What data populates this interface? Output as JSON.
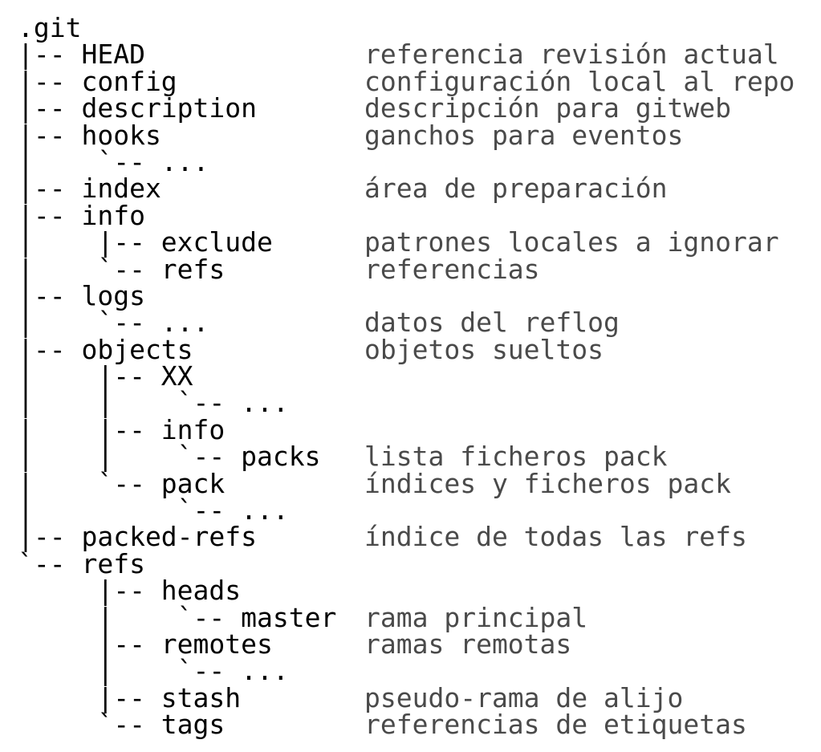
{
  "tree": {
    "lines": [
      {
        "tree": ".git",
        "desc": ""
      },
      {
        "tree": "|-- HEAD",
        "desc": "referencia revisión actual"
      },
      {
        "tree": "|-- config",
        "desc": "configuración local al repo"
      },
      {
        "tree": "|-- description",
        "desc": "descripción para gitweb"
      },
      {
        "tree": "|-- hooks",
        "desc": "ganchos para eventos"
      },
      {
        "tree": "|    `-- ...",
        "desc": ""
      },
      {
        "tree": "|-- index",
        "desc": "área de preparación"
      },
      {
        "tree": "|-- info",
        "desc": ""
      },
      {
        "tree": "|    |-- exclude",
        "desc": "patrones locales a ignorar"
      },
      {
        "tree": "|    `-- refs",
        "desc": "referencias"
      },
      {
        "tree": "|-- logs",
        "desc": ""
      },
      {
        "tree": "|    `-- ...",
        "desc": "datos del reflog"
      },
      {
        "tree": "|-- objects",
        "desc": "objetos sueltos"
      },
      {
        "tree": "|    |-- XX",
        "desc": ""
      },
      {
        "tree": "|    |    `-- ...",
        "desc": ""
      },
      {
        "tree": "|    |-- info",
        "desc": ""
      },
      {
        "tree": "|    |    `-- packs",
        "desc": "lista ficheros pack"
      },
      {
        "tree": "|    `-- pack",
        "desc": "índices y ficheros pack"
      },
      {
        "tree": "|         `-- ...",
        "desc": ""
      },
      {
        "tree": "|-- packed-refs",
        "desc": "índice de todas las refs"
      },
      {
        "tree": "`-- refs",
        "desc": ""
      },
      {
        "tree": "     |-- heads",
        "desc": ""
      },
      {
        "tree": "     |    `-- master",
        "desc": "rama principal"
      },
      {
        "tree": "     |-- remotes",
        "desc": "ramas remotas"
      },
      {
        "tree": "     |    `-- ...",
        "desc": ""
      },
      {
        "tree": "     |-- stash",
        "desc": "pseudo-rama de alijo"
      },
      {
        "tree": "     `-- tags",
        "desc": "referencias de etiquetas"
      }
    ]
  }
}
